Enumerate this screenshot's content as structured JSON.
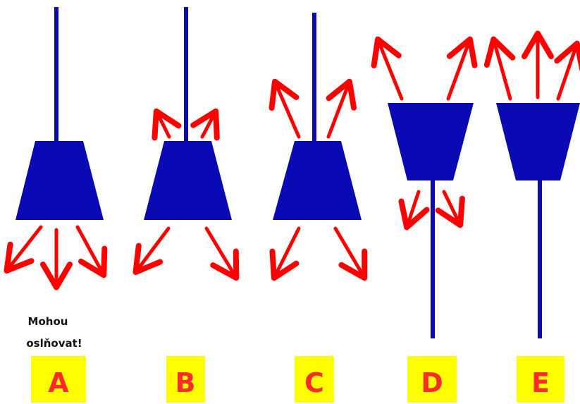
{
  "colors": {
    "lamp": "#0a0ab4",
    "arrow": "#ff0000",
    "label_box": "#ffff00",
    "label_text": "#ff2b2b",
    "note_text": "#111111"
  },
  "note": {
    "line1": "Mohou",
    "line2": "oslňovat!"
  },
  "lamps": [
    {
      "label": "A",
      "orientation": "down",
      "light": "downward only"
    },
    {
      "label": "B",
      "orientation": "down",
      "light": "mostly downward, some upward"
    },
    {
      "label": "C",
      "orientation": "down",
      "light": "downward and upward"
    },
    {
      "label": "D",
      "orientation": "up",
      "light": "mostly upward, some downward"
    },
    {
      "label": "E",
      "orientation": "up",
      "light": "upward only"
    }
  ]
}
